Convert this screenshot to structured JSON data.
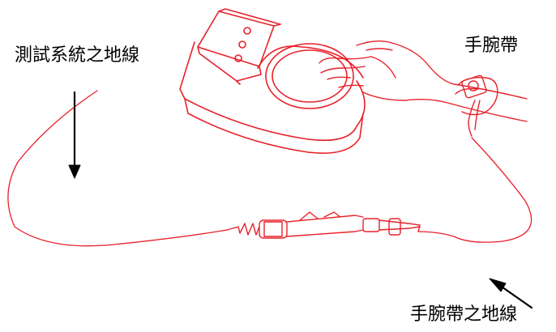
{
  "labels": {
    "test_system_ground": "測試系統之地線",
    "wrist_strap": "手腕帶",
    "wrist_strap_ground": "手腕帶之地線"
  },
  "colors": {
    "line": "#e8202a",
    "text": "#000000",
    "arrow": "#000000"
  }
}
